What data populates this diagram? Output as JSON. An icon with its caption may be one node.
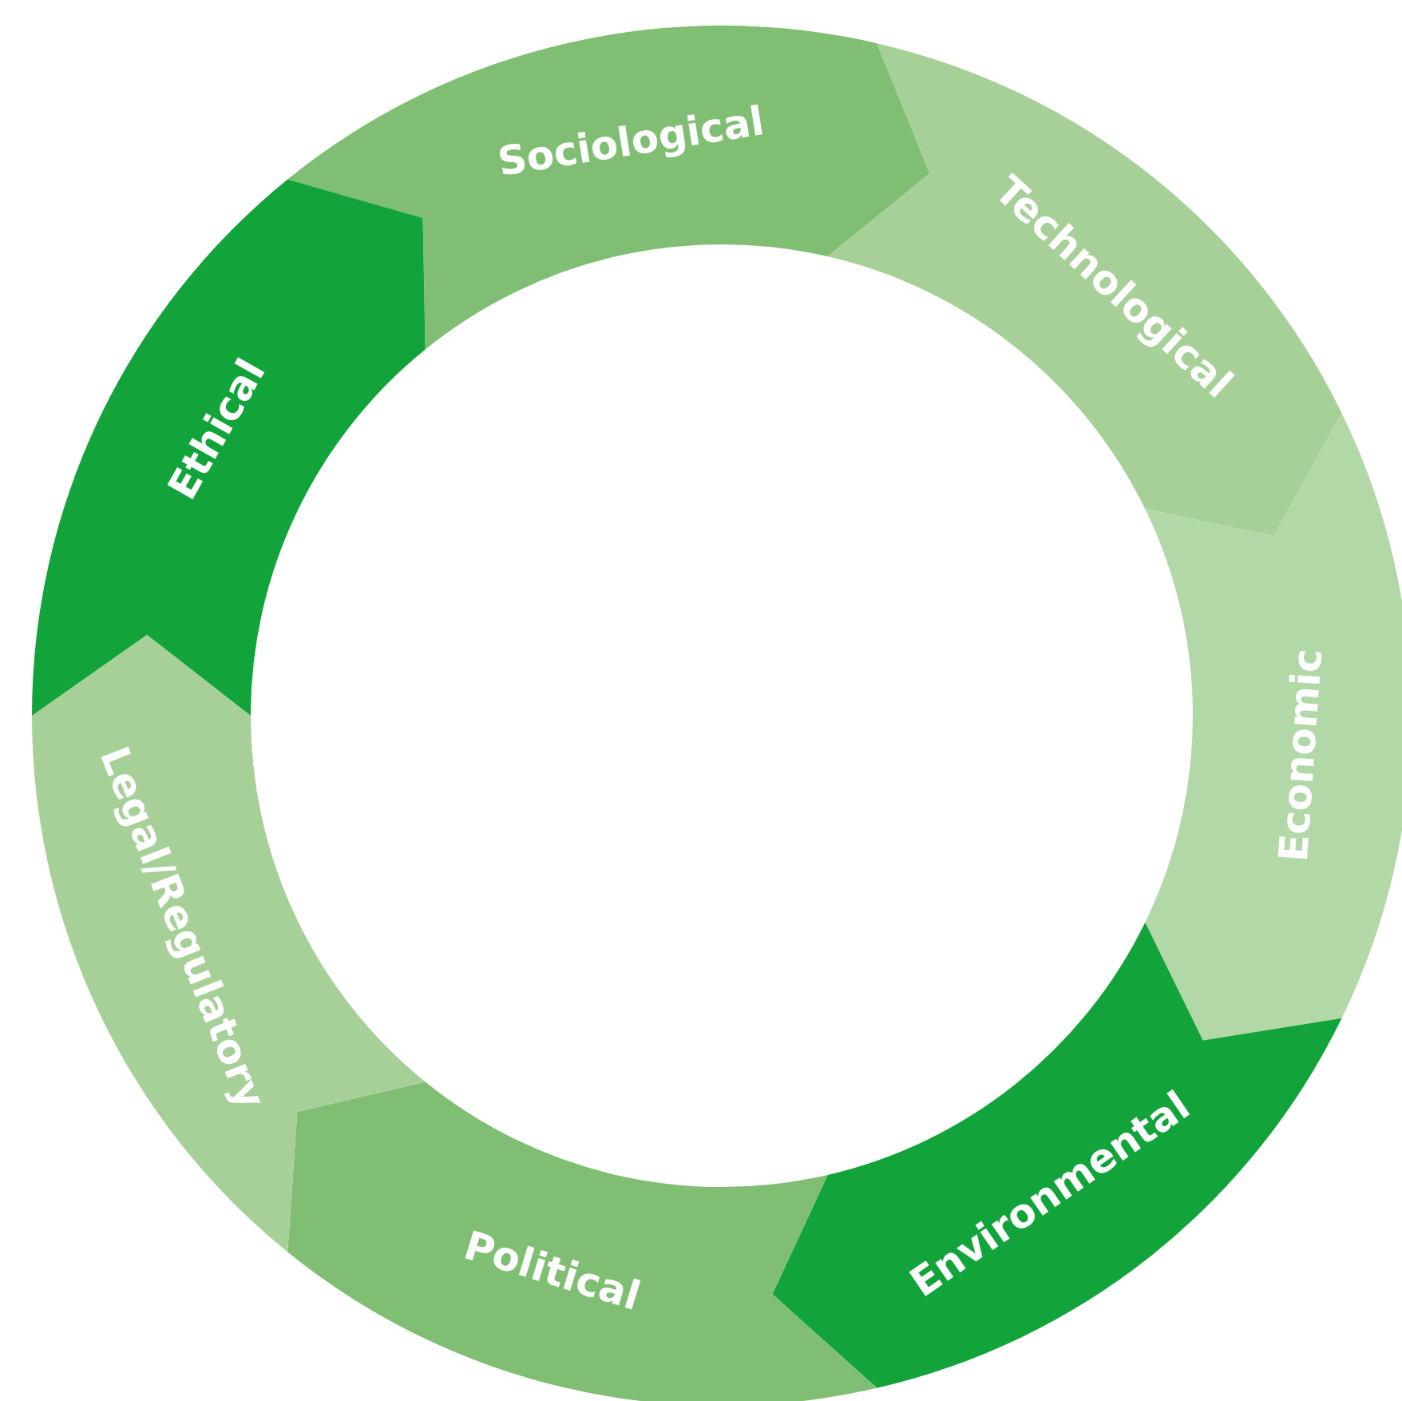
{
  "diagram": {
    "nodes": [
      {
        "text": [
          "Sociological"
        ]
      },
      {
        "text": [
          "Technological"
        ]
      },
      {
        "text": [
          "Economic"
        ]
      },
      {
        "text": [
          "Environmental"
        ]
      },
      {
        "text": [
          "Political"
        ]
      },
      {
        "text": [
          "Legal/Regulatory"
        ]
      },
      {
        "text": [
          "Ethical"
        ]
      }
    ]
  }
}
